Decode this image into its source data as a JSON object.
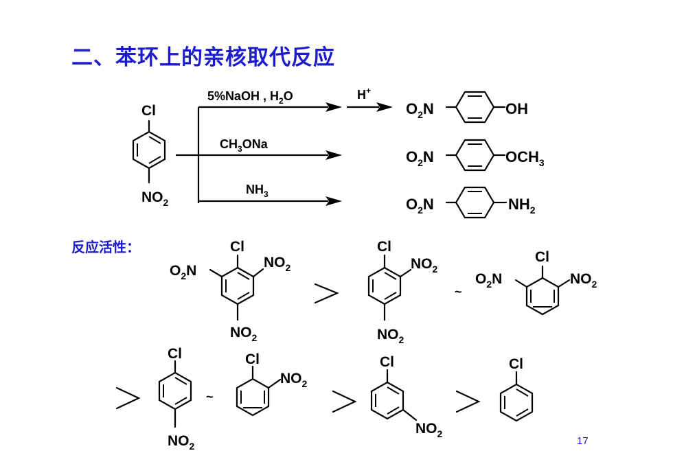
{
  "title": "二、苯环上的亲核取代反应",
  "reaction": {
    "reagent_naoh_prefix": "5%NaOH , H",
    "reagent_naoh_sub": "2",
    "reagent_naoh_suffix": "O",
    "acid_label": "H",
    "acid_sup": "+",
    "reagent_ch3ona_a": "CH",
    "reagent_ch3ona_sub": "3",
    "reagent_ch3ona_b": "ONa",
    "reagent_nh3_a": "NH",
    "reagent_nh3_sub": "3",
    "product_1": {
      "left": "O",
      "left_sub": "2",
      "left_n": "N",
      "right": "OH",
      "right_sub": ""
    },
    "product_2": {
      "left": "O",
      "left_sub": "2",
      "left_n": "N",
      "right": "OCH",
      "right_sub": "3"
    },
    "product_3": {
      "left": "O",
      "left_sub": "2",
      "left_n": "N",
      "right": "NH",
      "right_sub": "2"
    }
  },
  "atom_labels": {
    "cl": "Cl",
    "no2_base": "NO",
    "no2_sub": "2",
    "o2n_o": "O",
    "o2n_sub": "2",
    "o2n_n": "N"
  },
  "activity_label": "反应活性：",
  "comparisons": {
    "greater": ">",
    "approx": "~"
  },
  "page_number": "17"
}
